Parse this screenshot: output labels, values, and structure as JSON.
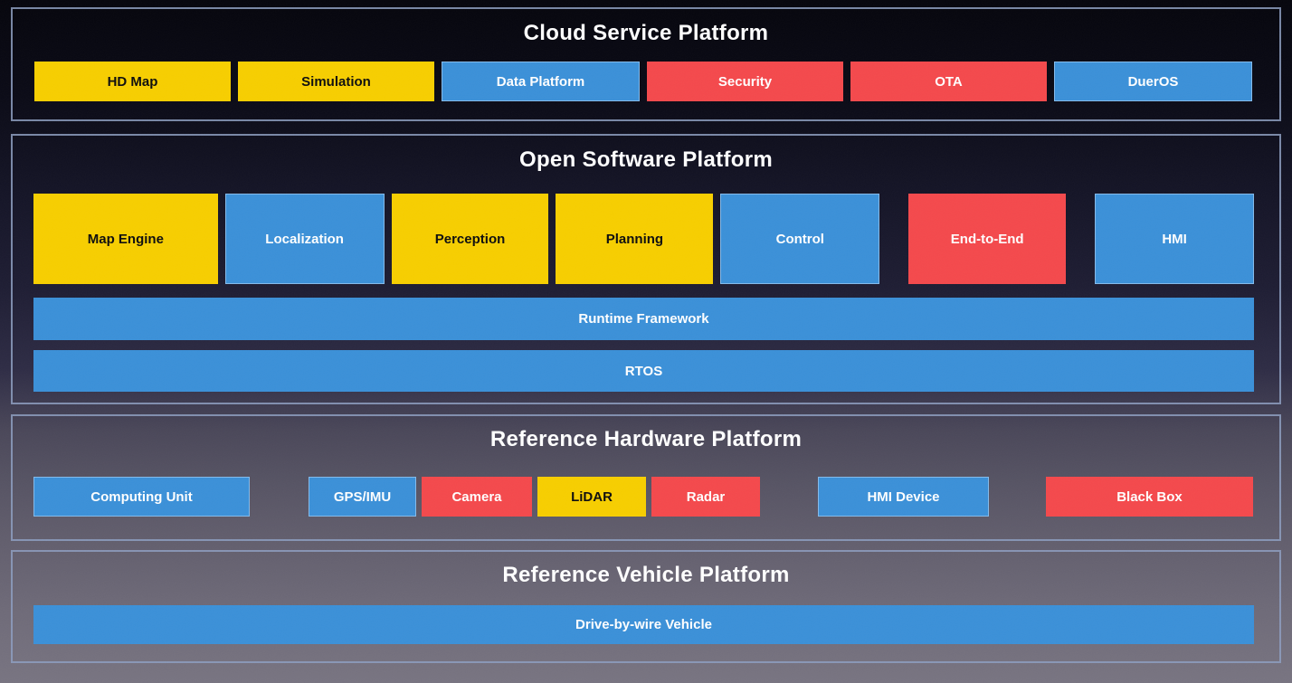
{
  "palette": {
    "yellow": {
      "bg": "#F7CE00",
      "text": "#0e0e0e"
    },
    "blue": {
      "bg": "#3B90D8",
      "text": "#FFFFFF"
    },
    "red": {
      "bg": "#F4494C",
      "text": "#FFFFFF"
    },
    "section_border": "#8D9DC0",
    "title_text": "#FFFFFF"
  },
  "sections": [
    {
      "title": "Cloud Service Platform",
      "items": [
        {
          "label": "HD Map",
          "color": "yellow"
        },
        {
          "label": "Simulation",
          "color": "yellow"
        },
        {
          "label": "Data Platform",
          "color": "blue"
        },
        {
          "label": "Security",
          "color": "red"
        },
        {
          "label": "OTA",
          "color": "red"
        },
        {
          "label": "DuerOS",
          "color": "blue"
        }
      ]
    },
    {
      "title": "Open Software Platform",
      "modules": [
        {
          "label": "Map Engine",
          "color": "yellow"
        },
        {
          "label": "Localization",
          "color": "blue"
        },
        {
          "label": "Perception",
          "color": "yellow"
        },
        {
          "label": "Planning",
          "color": "yellow"
        },
        {
          "label": "Control",
          "color": "blue"
        },
        {
          "label": "End-to-End",
          "color": "red"
        },
        {
          "label": "HMI",
          "color": "blue"
        }
      ],
      "bars": [
        {
          "label": "Runtime Framework",
          "color": "blue"
        },
        {
          "label": "RTOS",
          "color": "blue"
        }
      ]
    },
    {
      "title": "Reference Hardware Platform",
      "items": [
        {
          "label": "Computing Unit",
          "color": "blue"
        },
        {
          "label": "GPS/IMU",
          "color": "blue"
        },
        {
          "label": "Camera",
          "color": "red"
        },
        {
          "label": "LiDAR",
          "color": "yellow"
        },
        {
          "label": "Radar",
          "color": "red"
        },
        {
          "label": "HMI Device",
          "color": "blue"
        },
        {
          "label": "Black Box",
          "color": "red"
        }
      ]
    },
    {
      "title": "Reference Vehicle Platform",
      "bars": [
        {
          "label": "Drive-by-wire Vehicle",
          "color": "blue"
        }
      ]
    }
  ]
}
